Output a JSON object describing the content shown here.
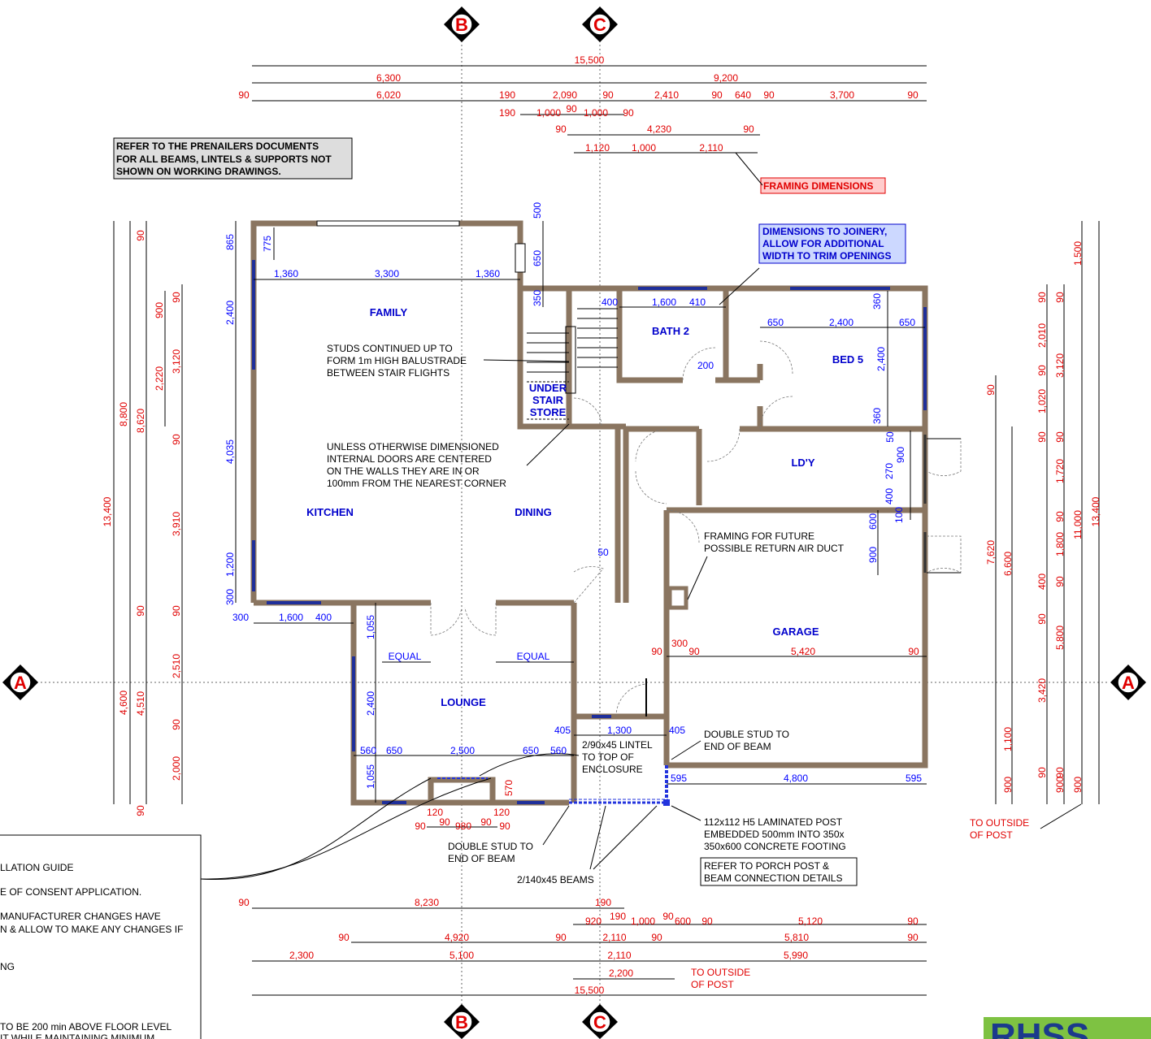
{
  "grid": {
    "b": "B",
    "c": "C",
    "a": "A"
  },
  "notes": {
    "refer_prenailers": [
      "REFER TO THE PRENAILERS DOCUMENTS",
      "FOR ALL BEAMS, LINTELS & SUPPORTS NOT",
      "SHOWN ON WORKING DRAWINGS."
    ],
    "framing_dimensions": "FRAMING DIMENSIONS",
    "joinery": [
      "DIMENSIONS TO JOINERY,",
      "ALLOW FOR ADDITIONAL",
      "WIDTH TO TRIM OPENINGS"
    ],
    "studs": [
      "STUDS CONTINUED UP TO",
      "FORM 1m HIGH BALUSTRADE",
      "BETWEEN STAIR FLIGHTS"
    ],
    "doors_centered": [
      "UNLESS OTHERWISE DIMENSIONED",
      "INTERNAL DOORS ARE CENTERED",
      "ON THE WALLS THEY ARE IN OR",
      "100mm FROM THE NEAREST CORNER"
    ],
    "framing_future": [
      "FRAMING FOR FUTURE",
      "POSSIBLE RETURN AIR DUCT"
    ],
    "double_stud_right": [
      "DOUBLE STUD TO",
      "END OF BEAM"
    ],
    "double_stud_left": [
      "DOUBLE STUD TO",
      "END OF BEAM"
    ],
    "lintel": [
      "2/90x45 LINTEL",
      "TO TOP OF",
      "ENCLOSURE"
    ],
    "post": [
      "112x112 H5 LAMINATED POST",
      "EMBEDDED 500mm INTO 350x",
      "350x600 CONCRETE FOOTING"
    ],
    "porch_ref": [
      "REFER TO PORCH POST &",
      "BEAM CONNECTION DETAILS"
    ],
    "beams": "2/140x45 BEAMS",
    "outside_post_right": [
      "TO OUTSIDE",
      "OF POST"
    ],
    "outside_post_bottom": [
      "TO OUTSIDE",
      "OF POST"
    ],
    "legend_lines": [
      "LLATION GUIDE",
      "E OF CONSENT APPLICATION.",
      "MANUFACTURER CHANGES HAVE",
      "N & ALLOW TO MAKE ANY CHANGES IF",
      "NG",
      "TO BE 200 min ABOVE FLOOR LEVEL",
      "IT WHILE MAINTAINING MINIMUM"
    ],
    "logo_text": "RHSS"
  },
  "rooms": {
    "family": "FAMILY",
    "kitchen": "KITCHEN",
    "dining": "DINING",
    "bath2": "BATH 2",
    "bed5": "BED 5",
    "ldy": "LD'Y",
    "garage": "GARAGE",
    "lounge": "LOUNGE",
    "under_stair": [
      "UNDER",
      "STAIR",
      "STORE"
    ]
  },
  "dims_red": {
    "top_total": "15,500",
    "top_a": "6,300",
    "top_b": "9,200",
    "top_r3": [
      "90",
      "6,020",
      "190",
      "2,090",
      "90",
      "2,410",
      "90",
      "640",
      "90",
      "3,700",
      "90"
    ],
    "top_r4": [
      "190",
      "1,000",
      "90",
      "1,000",
      "90"
    ],
    "top_r5": [
      "90",
      "4,230",
      "90"
    ],
    "top_r6": [
      "1,120",
      "1,000",
      "2,110"
    ],
    "bottom_r1": [
      "90",
      "8,230",
      "190"
    ],
    "bottom_r2": [
      "920",
      "190",
      "1,000",
      "90",
      "600",
      "90",
      "5,120",
      "90"
    ],
    "bottom_r3": [
      "90",
      "4,920",
      "90",
      "2,110",
      "90",
      "5,810",
      "90"
    ],
    "bottom_r4": [
      "2,300",
      "5,100",
      "2,110",
      "5,990"
    ],
    "bottom_r5": "2,200",
    "bottom_total": "15,500",
    "left_total": "13,400",
    "left_a": [
      "8,800",
      "4,600"
    ],
    "left_b": [
      "90",
      "8,620",
      "90",
      "4,510",
      "90"
    ],
    "left_c": [
      "90",
      "3,120",
      "90",
      "3,910",
      "90",
      "2,510",
      "90",
      "2,000"
    ],
    "left_d": [
      "900",
      "2,220"
    ],
    "right_total": "13,400",
    "right_a": [
      "1,500",
      "11,000",
      "900"
    ],
    "right_b": [
      "90",
      "3,120",
      "90",
      "1,720",
      "90",
      "1,800",
      "90",
      "5,800",
      "90",
      "900"
    ],
    "right_c": [
      "90",
      "2,010",
      "90",
      "1,020",
      "90",
      "400",
      "90",
      "3,420",
      "90"
    ],
    "right_d": [
      "6,600",
      "1,100",
      "900"
    ],
    "right_e": [
      "7,620",
      "90"
    ],
    "garage_row": [
      "90",
      "300",
      "90",
      "5,420",
      "90"
    ],
    "lounge_bot": [
      "120",
      "120",
      "90",
      "90",
      "980",
      "90",
      "90"
    ],
    "bay": "570"
  },
  "dims_blue": {
    "family_row": [
      "1,360",
      "3,300",
      "1,360"
    ],
    "family_left": [
      "865",
      "2,400",
      "4,035",
      "1,200",
      "300"
    ],
    "window_775": "775",
    "stair_top": [
      "500",
      "650",
      "350"
    ],
    "bath_row": [
      "400",
      "1,600",
      "410"
    ],
    "bath_200": "200",
    "bed_row": [
      "650",
      "2,400",
      "650"
    ],
    "bed_v": [
      "360",
      "2,400",
      "360"
    ],
    "ldy_v": [
      "50",
      "900",
      "270",
      "400",
      "100"
    ],
    "garage_v": [
      "600",
      "900"
    ],
    "kitchen_bot": [
      "300",
      "1,600",
      "400"
    ],
    "dining_50": "50",
    "lounge_v": [
      "1,055",
      "2,400",
      "1,055"
    ],
    "equal": [
      "EQUAL",
      "EQUAL"
    ],
    "lounge_row": [
      "560",
      "650",
      "2,500",
      "650",
      "560"
    ],
    "porch_row": [
      "405",
      "1,300",
      "405"
    ],
    "garage_bot": [
      "595",
      "4,800",
      "595"
    ]
  }
}
